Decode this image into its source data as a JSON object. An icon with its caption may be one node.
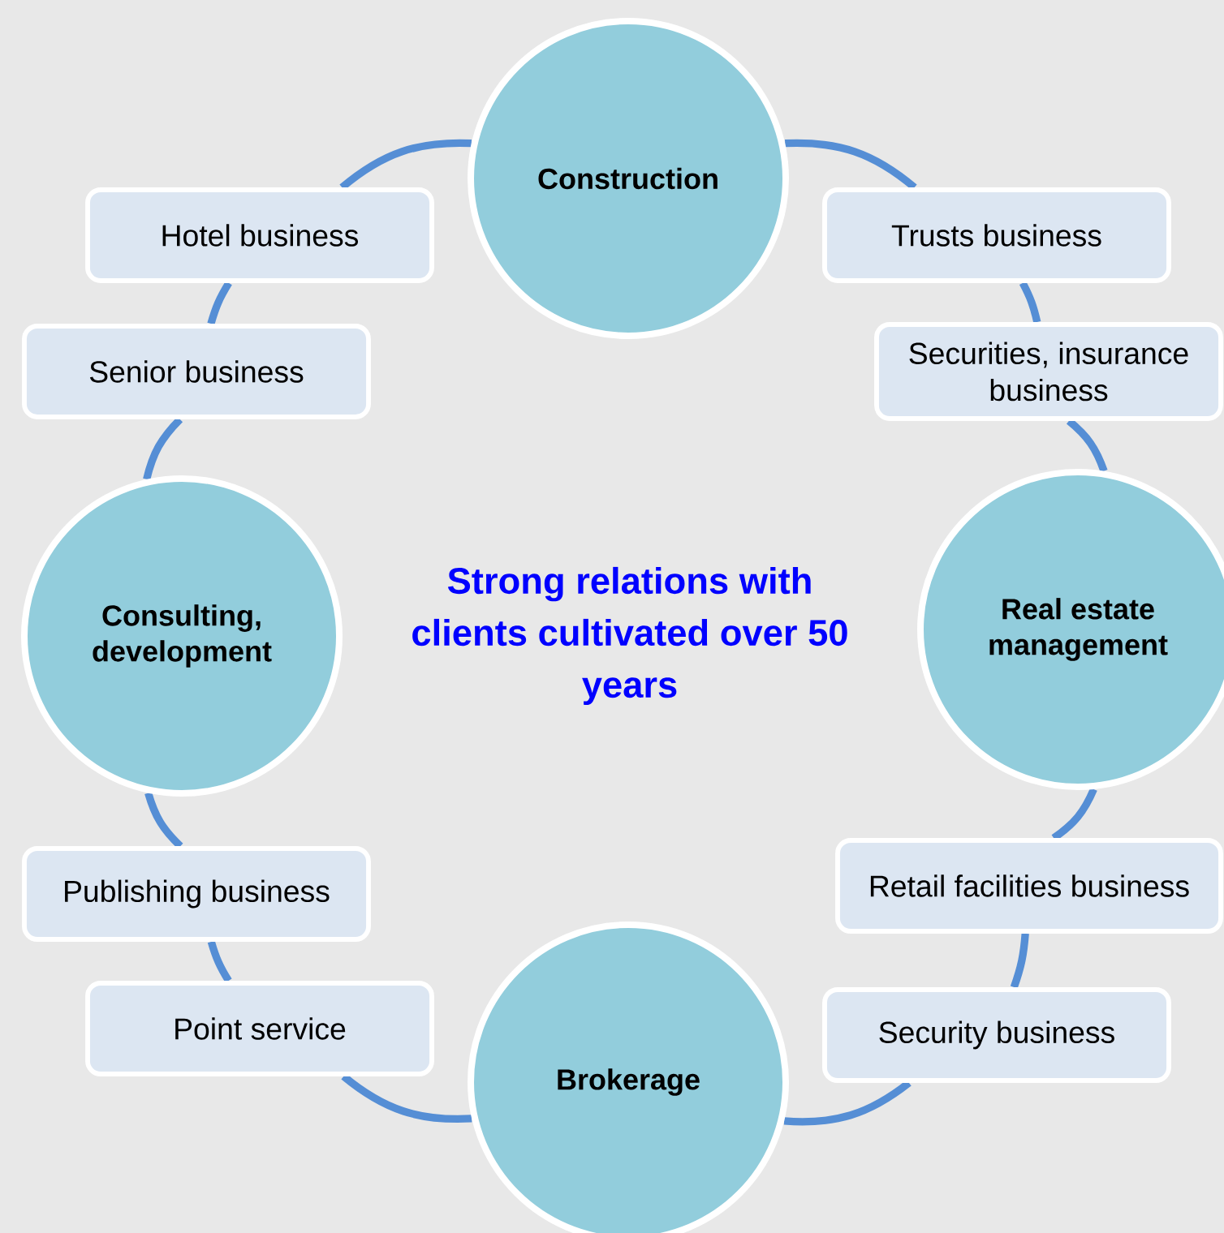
{
  "diagram": {
    "nodes": [
      {
        "text": [
          "Construction"
        ]
      },
      {
        "text": [
          "Hotel business"
        ]
      },
      {
        "text": [
          "Trusts business"
        ]
      },
      {
        "text": [
          "Senior business"
        ]
      },
      {
        "text": [
          "Securities, insurance business"
        ]
      },
      {
        "text": [
          "Consulting, development"
        ]
      },
      {
        "text": [
          "Real estate management"
        ]
      },
      {
        "text": [
          "Publishing business"
        ]
      },
      {
        "text": [
          "Retail facilities business"
        ]
      },
      {
        "text": [
          "Point service"
        ]
      },
      {
        "text": [
          "Security business"
        ]
      },
      {
        "text": [
          "Brokerage"
        ]
      }
    ],
    "edges": [
      {
        "from": 0,
        "to": 2,
        "arrow": "none"
      },
      {
        "from": 2,
        "to": 4,
        "arrow": "none"
      },
      {
        "from": 4,
        "to": 6,
        "arrow": "none"
      },
      {
        "from": 6,
        "to": 8,
        "arrow": "none"
      },
      {
        "from": 8,
        "to": 10,
        "arrow": "none"
      },
      {
        "from": 10,
        "to": 11,
        "arrow": "none"
      },
      {
        "from": 11,
        "to": 9,
        "arrow": "none"
      },
      {
        "from": 9,
        "to": 7,
        "arrow": "none"
      },
      {
        "from": 7,
        "to": 5,
        "arrow": "none"
      },
      {
        "from": 5,
        "to": 3,
        "arrow": "none"
      },
      {
        "from": 3,
        "to": 1,
        "arrow": "none"
      },
      {
        "from": 1,
        "to": 0,
        "arrow": "none"
      }
    ],
    "labels": [
      "Strong relations with clients cultivated over 50 years"
    ]
  }
}
